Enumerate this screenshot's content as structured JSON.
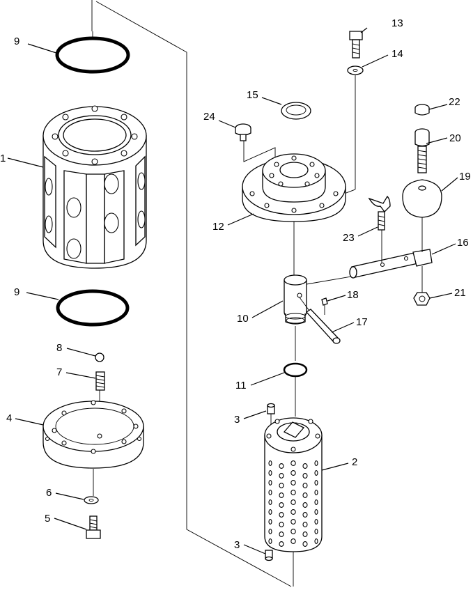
{
  "callouts": {
    "c1": "1",
    "c2": "2",
    "c3a": "3",
    "c3b": "3",
    "c4": "4",
    "c5": "5",
    "c6": "6",
    "c7": "7",
    "c8": "8",
    "c9a": "9",
    "c9b": "9",
    "c10": "10",
    "c11": "11",
    "c12": "12",
    "c13": "13",
    "c14": "14",
    "c15": "15",
    "c16": "16",
    "c17": "17",
    "c18": "18",
    "c19": "19",
    "c20": "20",
    "c21": "21",
    "c22": "22",
    "c23": "23",
    "c24": "24"
  }
}
